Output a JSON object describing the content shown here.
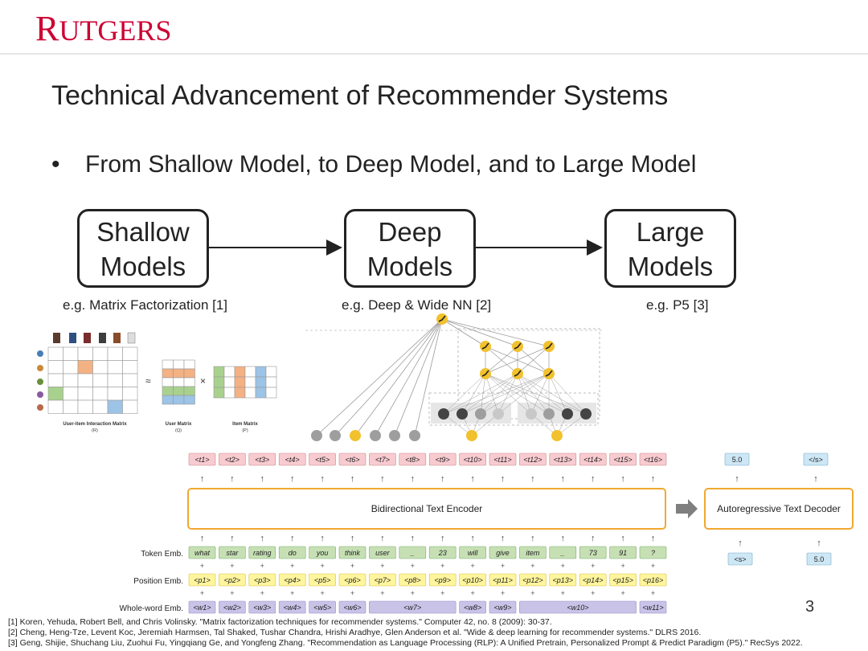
{
  "header": {
    "logo_initial": "R",
    "logo_rest": "UTGERS",
    "title": "Technical Advancement of Recommender Systems"
  },
  "bullet": {
    "marker": "•",
    "text": "From Shallow Model, to Deep Model, and to Large Model"
  },
  "stages": [
    {
      "line1": "Shallow",
      "line2": "Models",
      "example": "e.g. Matrix Factorization [1]"
    },
    {
      "line1": "Deep",
      "line2": "Models",
      "example": "e.g. Deep & Wide NN [2]"
    },
    {
      "line1": "Large",
      "line2": "Models",
      "example": "e.g. P5 [3]"
    }
  ],
  "matrix_factorization": {
    "interaction_label": "User-item Interaction Matrix",
    "interaction_sym": "(R)",
    "approx": "≈",
    "times": "×",
    "user_label": "User Matrix",
    "user_sym": "(Q)",
    "item_label": "Item Matrix",
    "item_sym": "(P)",
    "colors": {
      "orange": "#f4b183",
      "green": "#a9d18e",
      "blue": "#9dc3e6"
    }
  },
  "p5": {
    "output_tokens": [
      "<t1>",
      "<t2>",
      "<t3>",
      "<t4>",
      "<t5>",
      "<t6>",
      "<t7>",
      "<t8>",
      "<t9>",
      "<t10>",
      "<t11>",
      "<t12>",
      "<t13>",
      "<t14>",
      "<t15>",
      "<t16>"
    ],
    "encoder_label": "Bidirectional Text Encoder",
    "decoder_label": "Autoregressive Text Decoder",
    "decoder_outputs": [
      "5.0",
      "</s>"
    ],
    "decoder_inputs": [
      "<s>",
      "5.0"
    ],
    "token_emb_label": "Token Emb.",
    "position_emb_label": "Position Emb.",
    "wholeword_emb_label": "Whole-word Emb.",
    "plus": "+",
    "arrow": "↑",
    "tokens": [
      "what",
      "star",
      "rating",
      "do",
      "you",
      "think",
      "user",
      "_",
      "23",
      "will",
      "give",
      "item",
      "_",
      "73",
      "91",
      "?"
    ],
    "positions": [
      "<p1>",
      "<p2>",
      "<p3>",
      "<p4>",
      "<p5>",
      "<p6>",
      "<p7>",
      "<p8>",
      "<p9>",
      "<p10>",
      "<p11>",
      "<p12>",
      "<p13>",
      "<p14>",
      "<p15>",
      "<p16>"
    ],
    "wholewords": [
      {
        "label": "<w1>",
        "span": 1
      },
      {
        "label": "<w2>",
        "span": 1
      },
      {
        "label": "<w3>",
        "span": 1
      },
      {
        "label": "<w4>",
        "span": 1
      },
      {
        "label": "<w5>",
        "span": 1
      },
      {
        "label": "<w6>",
        "span": 1
      },
      {
        "label": "<w7>",
        "span": 3
      },
      {
        "label": "<w8>",
        "span": 1
      },
      {
        "label": "<w9>",
        "span": 1
      },
      {
        "label": "<w10>",
        "span": 4
      },
      {
        "label": "<w11>",
        "span": 1
      }
    ],
    "colors": {
      "output": "#f8cbd0",
      "encoder_border": "#f0a830",
      "token": "#c6e0b4",
      "position": "#fff59d",
      "wholeword": "#c9c3e8",
      "decoder_io": "#cde7f5"
    }
  },
  "page_number": "3",
  "references": [
    "[1] Koren, Yehuda, Robert Bell, and Chris Volinsky. \"Matrix factorization techniques for recommender systems.\" Computer 42, no. 8 (2009): 30-37.",
    "[2] Cheng, Heng-Tze, Levent Koc, Jeremiah Harmsen, Tal Shaked, Tushar Chandra, Hrishi Aradhye, Glen Anderson et al. \"Wide & deep learning for recommender systems.\" DLRS 2016.",
    "[3] Geng, Shijie, Shuchang Liu, Zuohui Fu, Yingqiang Ge, and Yongfeng Zhang. \"Recommendation as Language Processing (RLP): A Unified Pretrain, Personalized Prompt & Predict Paradigm (P5).\" RecSys 2022."
  ]
}
